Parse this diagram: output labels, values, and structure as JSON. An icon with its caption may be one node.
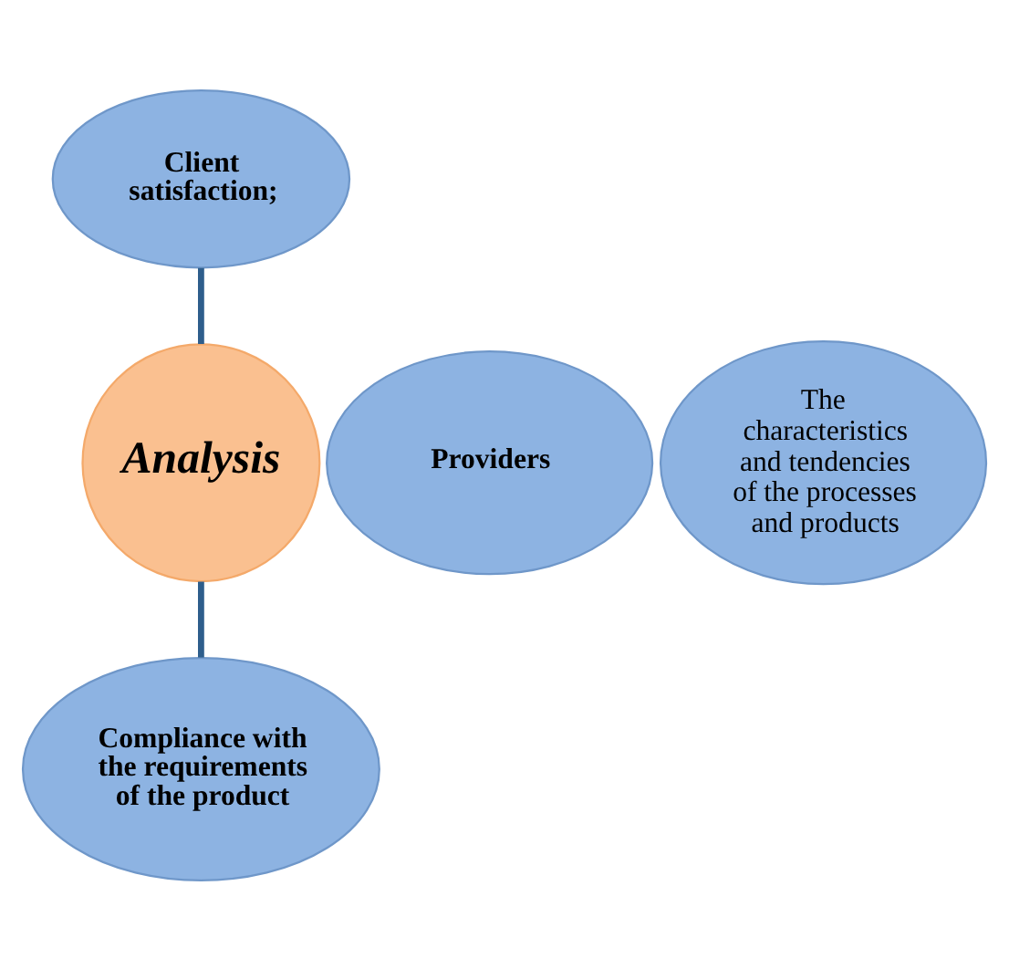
{
  "diagram": {
    "nodes": [
      {
        "text": [
          "Analysis"
        ]
      },
      {
        "text": [
          "Client satisfaction;"
        ]
      },
      {
        "text": [
          "Providers"
        ]
      },
      {
        "text": [
          "The characteristics and tendencies of the processes and products"
        ]
      },
      {
        "text": [
          "Compliance with the requirements of the product"
        ]
      }
    ],
    "edges": [
      {
        "from": 1,
        "to": 0,
        "arrow": "none"
      },
      {
        "from": 0,
        "to": 4,
        "arrow": "none"
      }
    ]
  }
}
